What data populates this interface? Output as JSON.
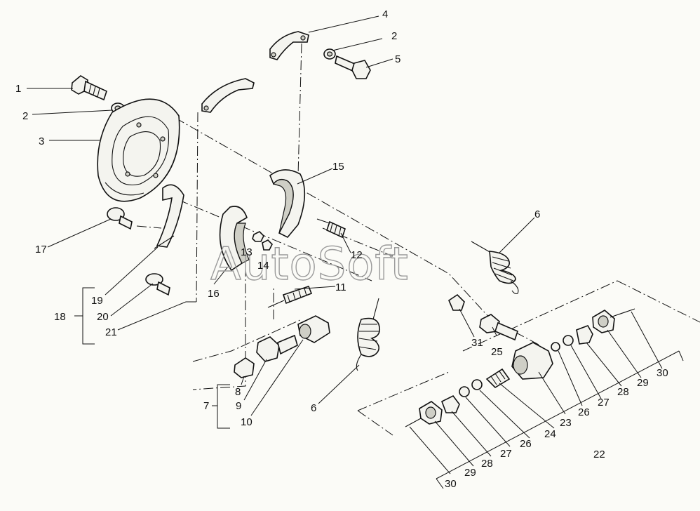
{
  "watermark": "AutoSoft",
  "callouts": [
    {
      "id": "c1",
      "text": "1"
    },
    {
      "id": "c2a",
      "text": "2"
    },
    {
      "id": "c3",
      "text": "3"
    },
    {
      "id": "c4",
      "text": "4"
    },
    {
      "id": "c2b",
      "text": "2"
    },
    {
      "id": "c5",
      "text": "5"
    },
    {
      "id": "c15",
      "text": "15"
    },
    {
      "id": "c6a",
      "text": "6"
    },
    {
      "id": "c17",
      "text": "17"
    },
    {
      "id": "c13",
      "text": "13"
    },
    {
      "id": "c14",
      "text": "14"
    },
    {
      "id": "c12",
      "text": "12"
    },
    {
      "id": "c16",
      "text": "16"
    },
    {
      "id": "c11",
      "text": "11"
    },
    {
      "id": "c19",
      "text": "19"
    },
    {
      "id": "c18",
      "text": "18"
    },
    {
      "id": "c20",
      "text": "20"
    },
    {
      "id": "c21",
      "text": "21"
    },
    {
      "id": "c31",
      "text": "31"
    },
    {
      "id": "c25",
      "text": "25"
    },
    {
      "id": "c8",
      "text": "8"
    },
    {
      "id": "c9",
      "text": "9"
    },
    {
      "id": "c7",
      "text": "7"
    },
    {
      "id": "c10",
      "text": "10"
    },
    {
      "id": "c6b",
      "text": "6"
    },
    {
      "id": "c23",
      "text": "23"
    },
    {
      "id": "c26a",
      "text": "26"
    },
    {
      "id": "c27a",
      "text": "27"
    },
    {
      "id": "c28a",
      "text": "28"
    },
    {
      "id": "c29a",
      "text": "29"
    },
    {
      "id": "c30a",
      "text": "30"
    },
    {
      "id": "c24",
      "text": "24"
    },
    {
      "id": "c26b",
      "text": "26"
    },
    {
      "id": "c27b",
      "text": "27"
    },
    {
      "id": "c28b",
      "text": "28"
    },
    {
      "id": "c29b",
      "text": "29"
    },
    {
      "id": "c30b",
      "text": "30"
    },
    {
      "id": "c22",
      "text": "22"
    }
  ]
}
